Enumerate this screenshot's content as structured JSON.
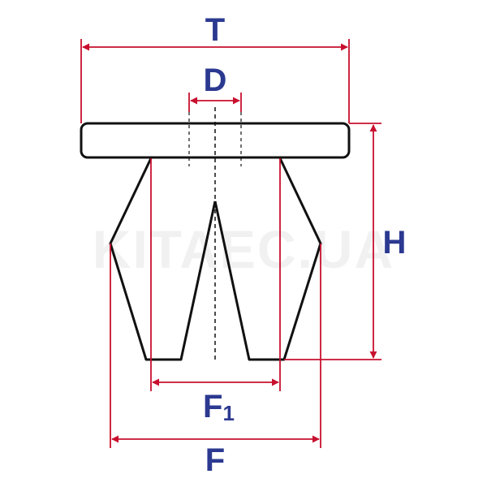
{
  "labels": {
    "T": "T",
    "D": "D",
    "H": "H",
    "F1_main": "F",
    "F1_sub": "1",
    "F": "F"
  },
  "watermark": "KITAEC.UA",
  "colors": {
    "outline": "#111111",
    "dimension": "#c8102e",
    "label": "#2b3990",
    "background": "#ffffff"
  }
}
